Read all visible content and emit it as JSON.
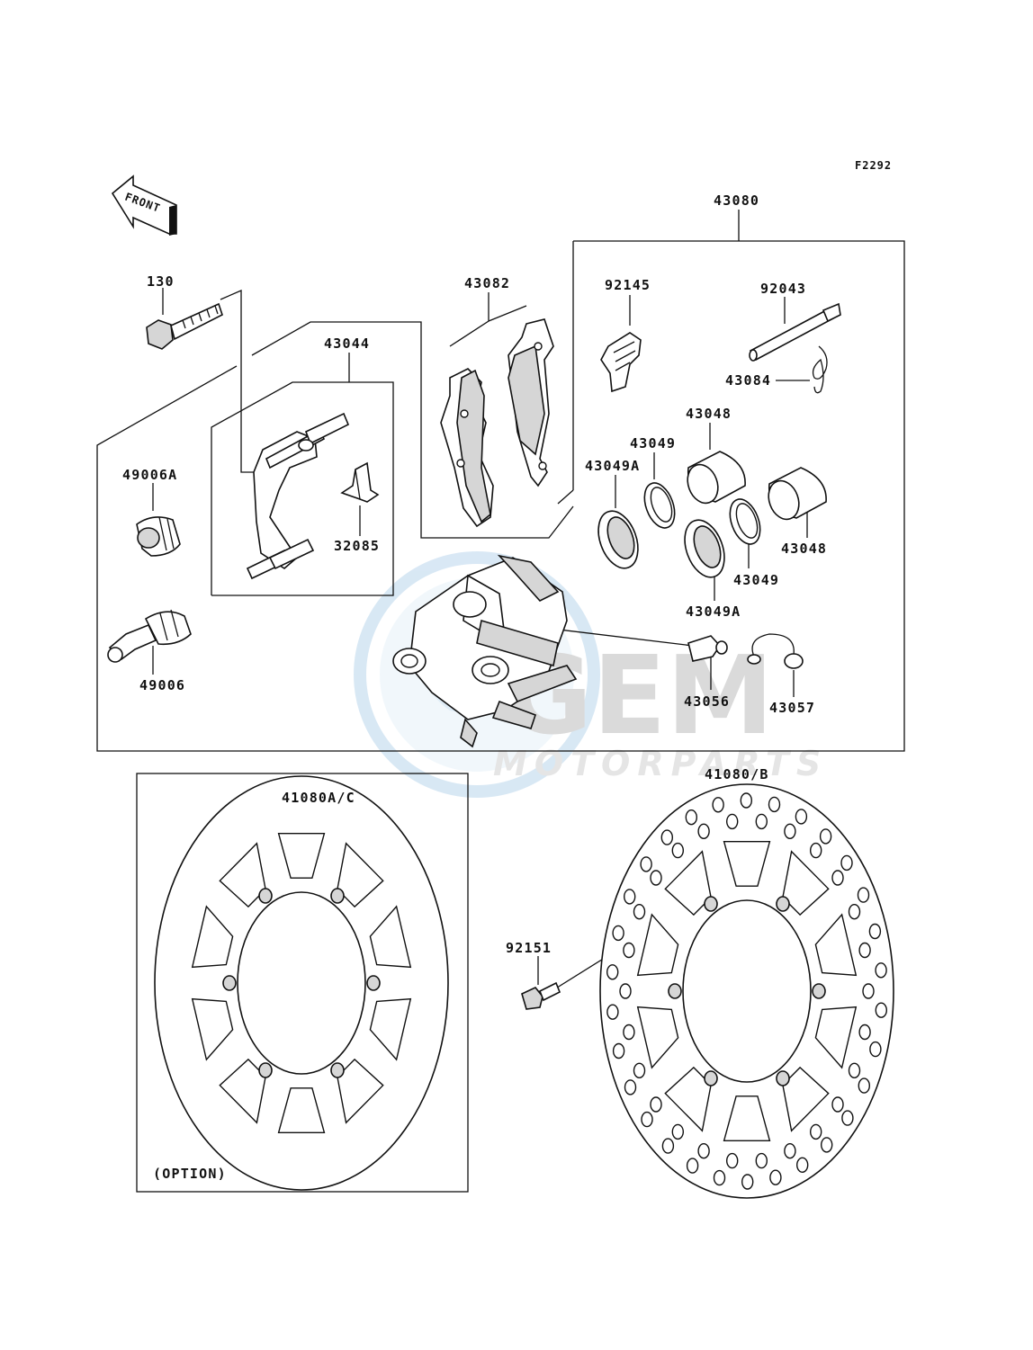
{
  "figure_code": "F2292",
  "front_indicator": "FRONT",
  "parts": {
    "p43080": "43080",
    "p130": "130",
    "p43082": "43082",
    "p92145": "92145",
    "p92043": "92043",
    "p43044": "43044",
    "p43084": "43084",
    "p43048_top": "43048",
    "p43049_top": "43049",
    "p49006A": "49006A",
    "p43049A_left": "43049A",
    "p32085": "32085",
    "p43048_right": "43048",
    "p43049_right": "43049",
    "p43049A_bottom": "43049A",
    "p49006": "49006",
    "p43056": "43056",
    "p43057": "43057",
    "p41080AC": "41080A/C",
    "p41080B": "41080/B",
    "p92151": "92151"
  },
  "option_label": "(OPTION)",
  "watermark": {
    "brand": "GEM",
    "tagline": "MOTORPARTS",
    "color": "#cfe3f2"
  }
}
